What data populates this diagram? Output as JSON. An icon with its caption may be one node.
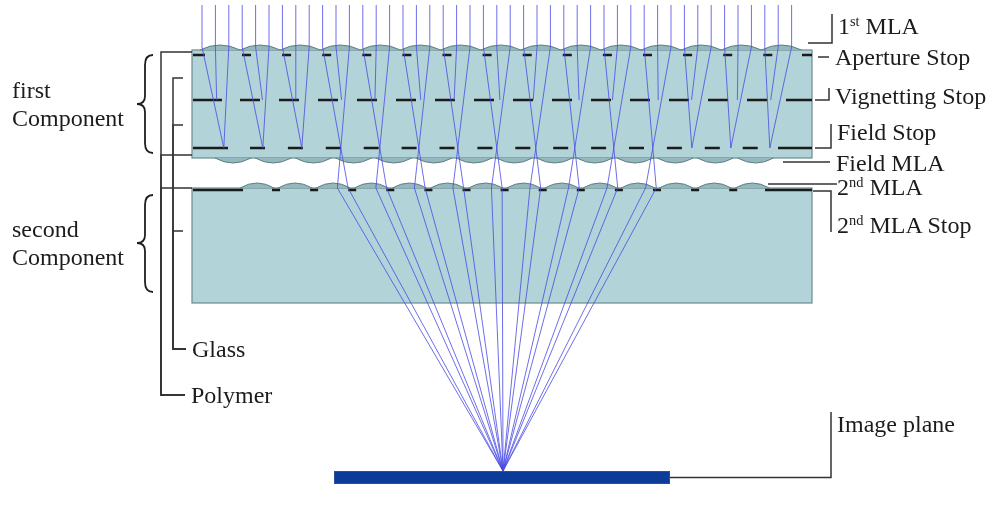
{
  "diagram": {
    "nodes": [
      {
        "text": [
          "1$^{st}$ MLA"
        ]
      },
      {
        "text": [
          "Aperture Stop"
        ]
      },
      {
        "text": [
          "Vignetting Stop"
        ]
      },
      {
        "text": [
          "Field Stop"
        ]
      },
      {
        "text": [
          "Field MLA"
        ]
      },
      {
        "text": [
          "2$^{nd}$ MLA"
        ]
      },
      {
        "text": [
          "2$^{nd}$ MLA Stop"
        ]
      },
      {
        "text": [
          "Glass"
        ]
      },
      {
        "text": [
          "Polymer"
        ]
      },
      {
        "text": [
          "Image plane"
        ]
      },
      {
        "text": [],
        "shape": "bar"
      }
    ],
    "edges": [
      {
        "from": 0,
        "to": null,
        "arrow": "none"
      },
      {
        "from": 1,
        "to": null,
        "arrow": "none"
      },
      {
        "from": 2,
        "to": null,
        "arrow": "none"
      },
      {
        "from": 3,
        "to": null,
        "arrow": "none"
      },
      {
        "from": 4,
        "to": null,
        "arrow": "none"
      },
      {
        "from": 5,
        "to": null,
        "arrow": "none"
      },
      {
        "from": 6,
        "to": null,
        "arrow": "none"
      },
      {
        "from": 7,
        "to": null,
        "arrow": "none"
      },
      {
        "from": 7,
        "to": null,
        "arrow": "none"
      },
      {
        "from": 7,
        "to": null,
        "arrow": "none"
      },
      {
        "from": 8,
        "to": null,
        "arrow": "none"
      },
      {
        "from": 8,
        "to": null,
        "arrow": "none"
      },
      {
        "from": 8,
        "to": null,
        "arrow": "none"
      },
      {
        "from": 9,
        "to": 10,
        "arrow": "none"
      }
    ],
    "labels": [
      "first Component",
      "second Component"
    ]
  }
}
